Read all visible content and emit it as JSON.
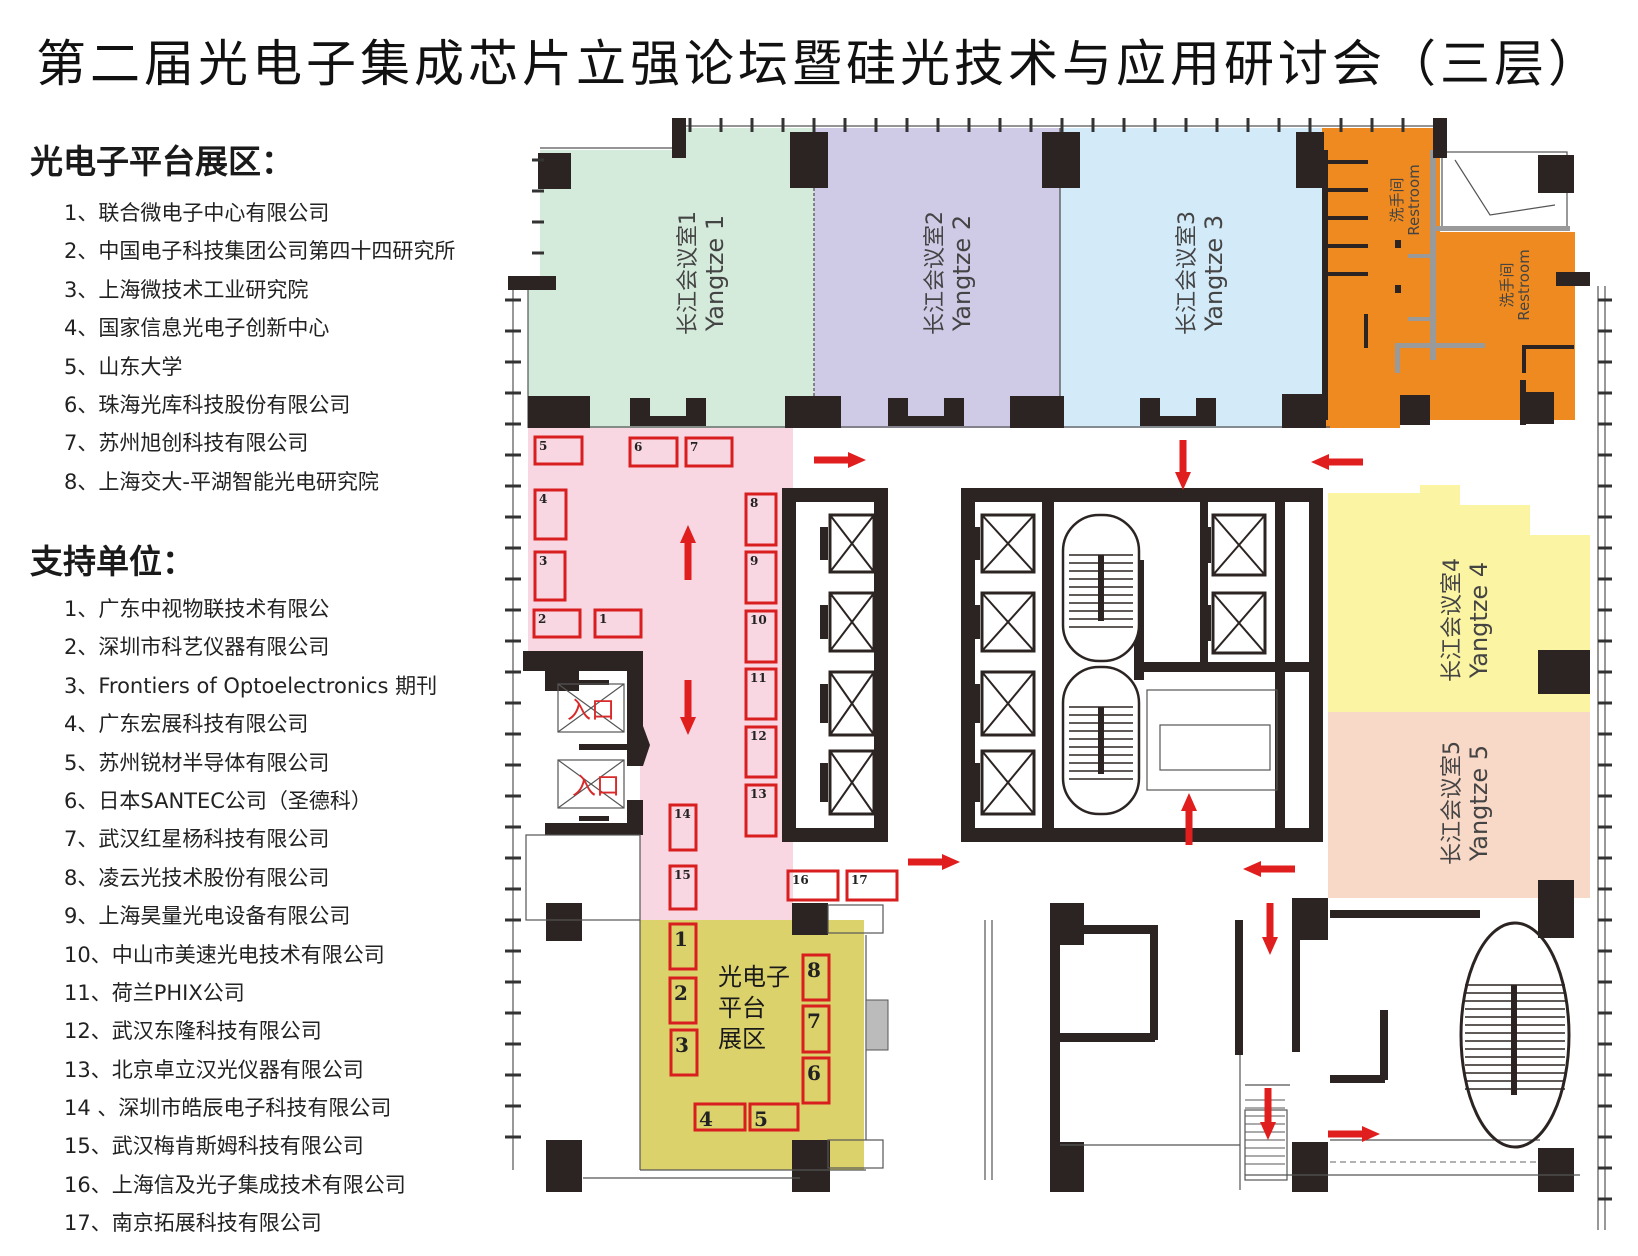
{
  "title": "第二届光电子集成芯片立强论坛暨硅光技术与应用研讨会（三层）",
  "exhibit_section": {
    "heading": "光电子平台展区：",
    "items": [
      "1、联合微电子中心有限公司",
      "2、中国电子科技集团公司第四十四研究所",
      "3、上海微技术工业研究院",
      "4、国家信息光电子创新中心",
      "5、山东大学",
      "6、珠海光库科技股份有限公司",
      "7、苏州旭创科技有限公司",
      "8、上海交大-平湖智能光电研究院"
    ]
  },
  "support_section": {
    "heading": "支持单位：",
    "items": [
      "1、广东中视物联技术有限公",
      "2、深圳市科艺仪器有限公司",
      "3、Frontiers of Optoelectronics 期刊",
      "4、广东宏展科技有限公司",
      "5、苏州锐材半导体有限公司",
      "6、日本SANTEC公司（圣德科）",
      "7、武汉红星杨科技有限公司",
      "8、凌云光技术股份有限公司",
      "9、上海昊量光电设备有限公司",
      "10、中山市美速光电技术有限公司",
      "11、荷兰PHIX公司",
      "12、武汉东隆科技有限公司",
      "13、北京卓立汉光仪器有限公司",
      "14 、深圳市皓辰电子科技有限公司",
      "15、武汉梅肯斯姆科技有限公司",
      "16、上海信及光子集成技术有限公司",
      "17、南京拓展科技有限公司"
    ]
  },
  "floor_plan": {
    "rooms": [
      {
        "cn": "长江会议室1",
        "en": "Yangtze 1"
      },
      {
        "cn": "长江会议室2",
        "en": "Yangtze 2"
      },
      {
        "cn": "长江会议室3",
        "en": "Yangtze 3"
      },
      {
        "cn": "长江会议室4",
        "en": "Yangtze 4"
      },
      {
        "cn": "长江会议室5",
        "en": "Yangtze 5"
      }
    ],
    "restrooms": [
      {
        "cn": "洗手间",
        "en": "Restroom"
      },
      {
        "cn": "洗手间",
        "en": "Restroom"
      }
    ],
    "entrances": [
      "入口",
      "入口"
    ],
    "platform_area_label": [
      "光电子",
      "平台",
      "展区"
    ],
    "support_booths": [
      "1",
      "2",
      "3",
      "4",
      "5",
      "6",
      "7",
      "8",
      "9",
      "10",
      "11",
      "12",
      "13",
      "14",
      "15",
      "16",
      "17"
    ],
    "platform_booths": [
      "1",
      "2",
      "3",
      "4",
      "5",
      "6",
      "7",
      "8"
    ]
  },
  "colors": {
    "yangtze1": "#d4eadb",
    "yangtze2": "#cfcbe7",
    "yangtze3": "#d3eaf8",
    "restroom": "#ee8a1f",
    "support_area": "#f8d6e2",
    "platform_area": "#dcd26c",
    "yangtze4": "#fbf4a2",
    "yangtze5": "#f8d8c6",
    "booth_border": "#d81e1e",
    "arrow": "#e01e1e"
  }
}
